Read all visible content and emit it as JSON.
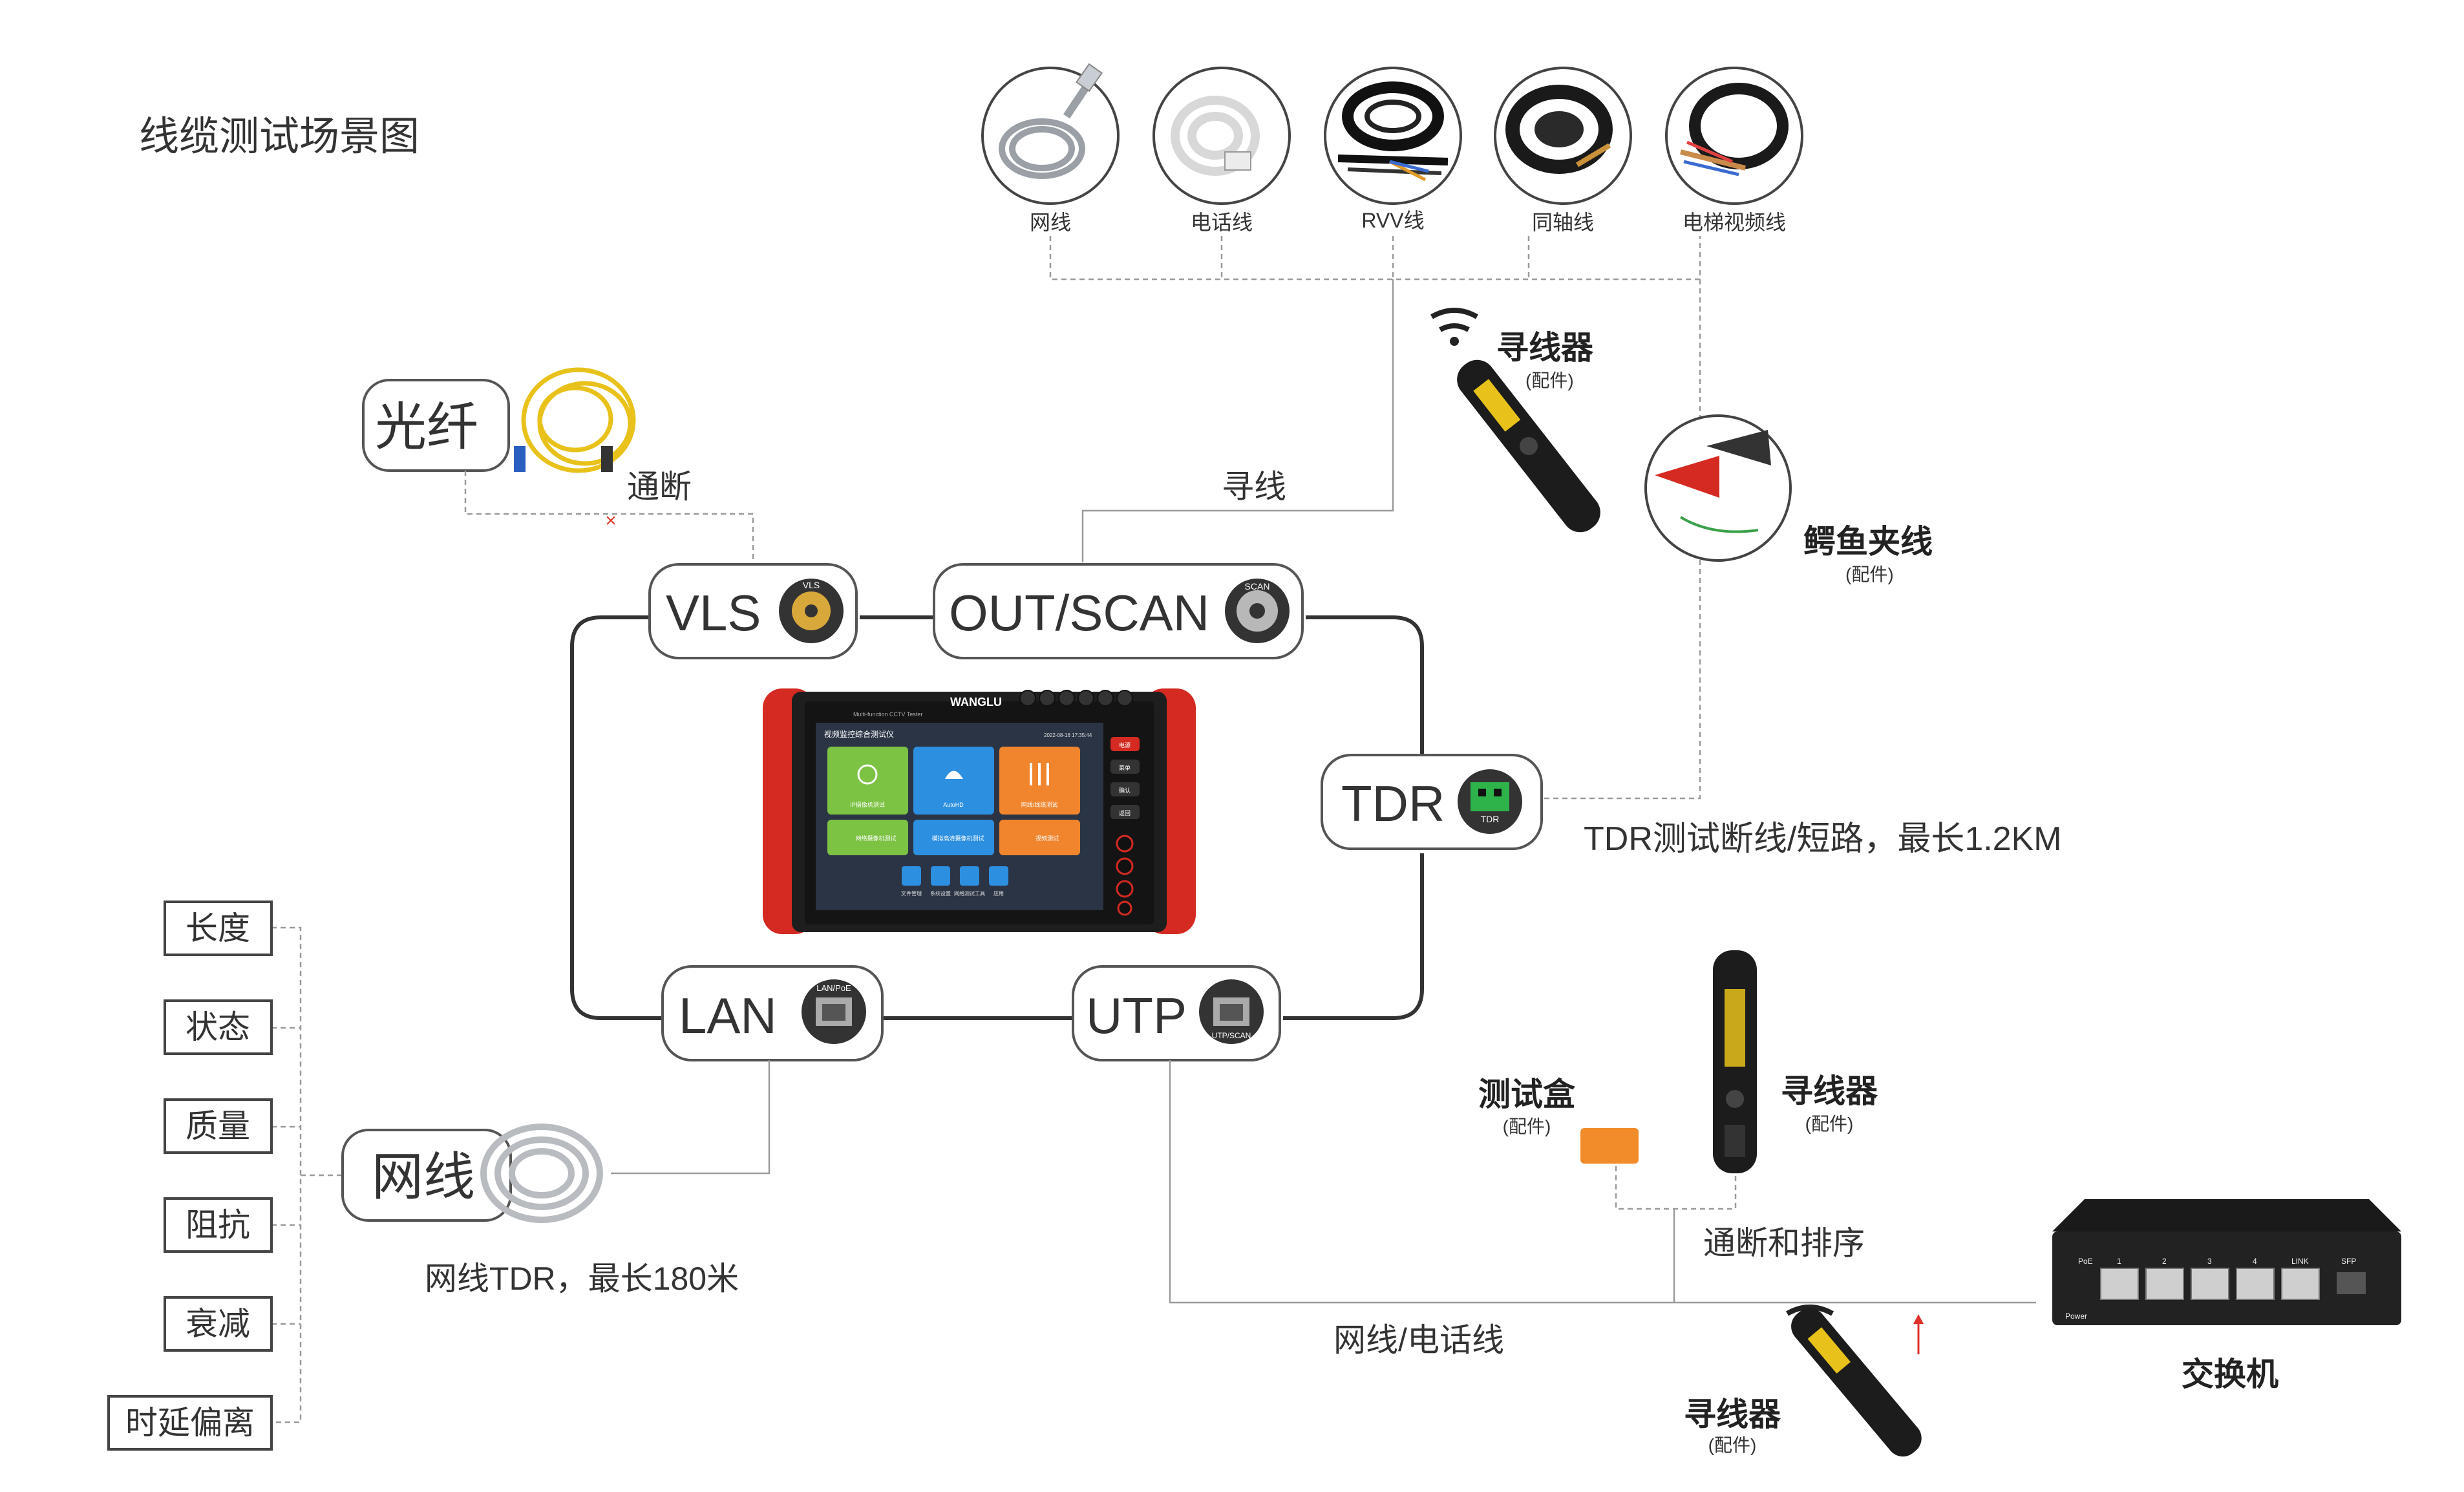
{
  "title": "线缆测试场景图",
  "cables": [
    {
      "label": "网线",
      "icon": "network-cable-coil-icon"
    },
    {
      "label": "电话线",
      "icon": "phone-cable-coil-icon"
    },
    {
      "label": "RVV线",
      "icon": "rvv-cable-coil-icon"
    },
    {
      "label": "同轴线",
      "icon": "coaxial-cable-coil-icon"
    },
    {
      "label": "电梯视频线",
      "icon": "elevator-video-cable-icon"
    }
  ],
  "ports": {
    "vls": {
      "label": "VLS",
      "icon_text": "VLS"
    },
    "scan": {
      "label": "OUT/SCAN",
      "icon_text": "SCAN"
    },
    "tdr": {
      "label": "TDR",
      "icon_text": "TDR"
    },
    "lan": {
      "label": "LAN",
      "icon_text": "LAN/PoE"
    },
    "utp": {
      "label": "UTP",
      "icon_text": "UTP/SCAN"
    }
  },
  "fiber": {
    "label": "光纤",
    "connection": "通断"
  },
  "scan_connection": "寻线",
  "tracer_top": {
    "name": "寻线器",
    "note": "(配件)"
  },
  "alligator": {
    "name": "鳄鱼夹线",
    "note": "(配件)"
  },
  "tdr_desc": "TDR测试断线/短路，最长1.2KM",
  "lan_cable": {
    "label": "网线",
    "desc": "网线TDR，最长180米"
  },
  "lan_metrics": [
    "长度",
    "状态",
    "质量",
    "阻抗",
    "衰减",
    "时延偏离"
  ],
  "test_box": {
    "name": "测试盒",
    "note": "(配件)"
  },
  "tracer_mid": {
    "name": "寻线器",
    "note": "(配件)"
  },
  "continuity_label": "通断和排序",
  "utp_cable_label": "网线/电话线",
  "tracer_bottom": {
    "name": "寻线器",
    "note": "(配件)"
  },
  "switch": {
    "name": "交换机",
    "port_labels": [
      "PoE",
      "1",
      "2",
      "3",
      "4",
      "LINK",
      "SFP",
      "Power"
    ]
  },
  "device": {
    "brand": "WANGLU",
    "subtitle": "Multi-function CCTV Tester",
    "screen_title": "视频监控综合测试仪",
    "status_time": "2022-08-16 17:35:44",
    "tiles": [
      "IP摄像机测试",
      "AutoHD",
      "网线/线缆测试",
      "网络摄像机测试",
      "模拟高清摄像机测试",
      "视频测试"
    ],
    "small_icons": [
      "文件管理",
      "系统设置",
      "网络测试工具",
      "应用"
    ],
    "side_buttons": [
      "电源",
      "菜单",
      "确认",
      "返回"
    ]
  },
  "colors": {
    "device_red": "#d42a22",
    "tile_green": "#7cc243",
    "tile_blue": "#2d8fe0",
    "tile_orange": "#f0852e",
    "tdr_green": "#2db34a",
    "test_box_orange": "#f28c2a",
    "arrow_red": "#e0302a"
  }
}
